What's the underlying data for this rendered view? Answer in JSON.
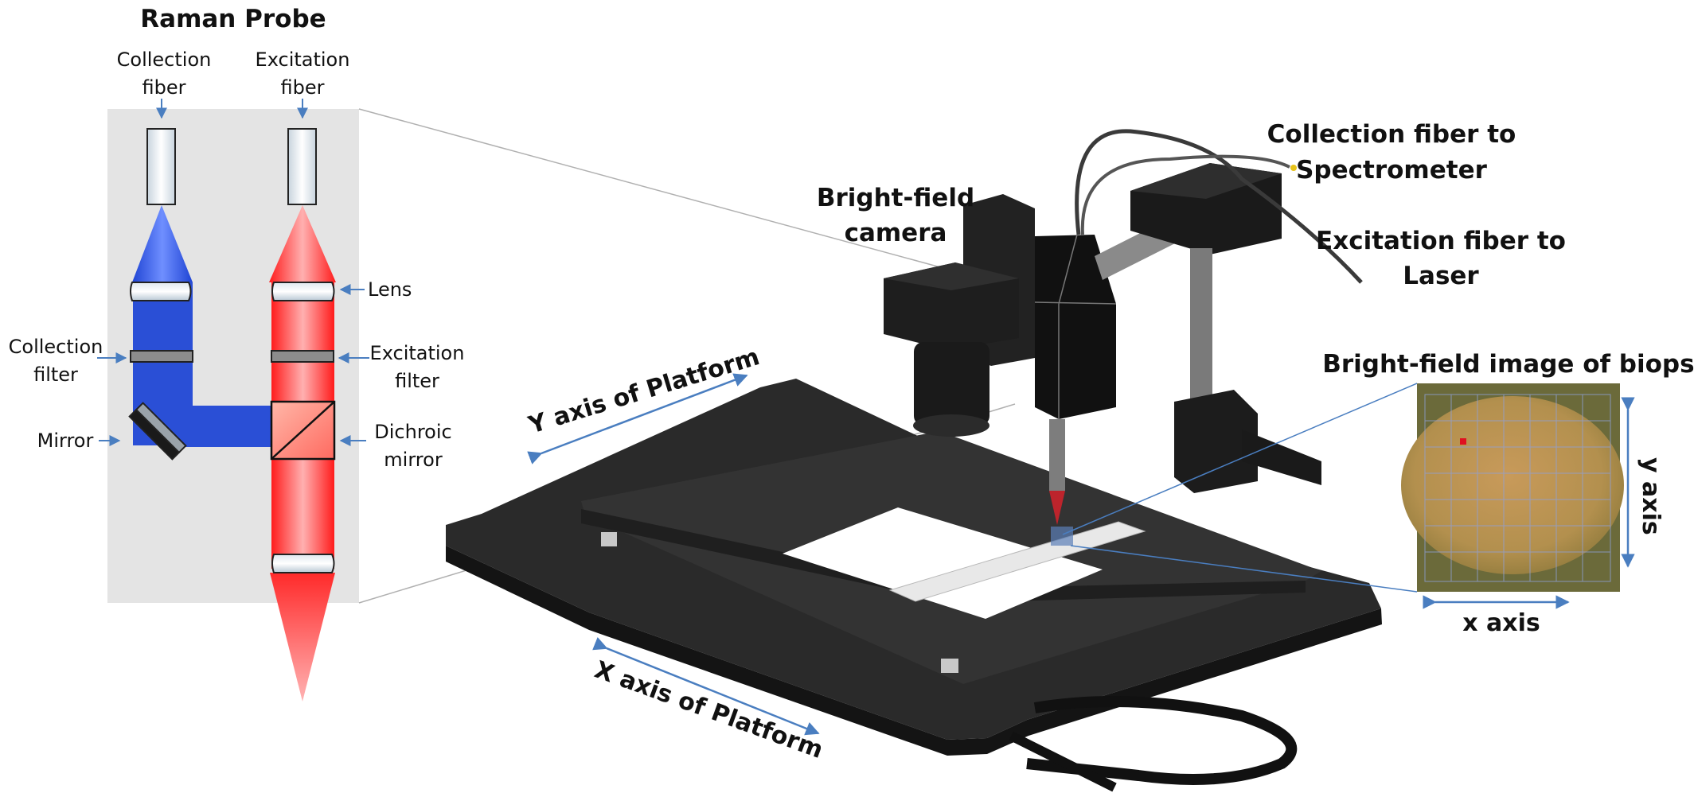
{
  "probe": {
    "title": "Raman Probe",
    "collection_fiber": [
      "Collection",
      "fiber"
    ],
    "excitation_fiber": [
      "Excitation",
      "fiber"
    ],
    "lens": "Lens",
    "collection_filter": [
      "Collection",
      "filter"
    ],
    "excitation_filter": [
      "Excitation",
      "filter"
    ],
    "mirror": "Mirror",
    "dichroic_mirror": [
      "Dichroic",
      "mirror"
    ]
  },
  "setup": {
    "camera": [
      "Bright-field",
      "camera"
    ],
    "collection_fiber_spectrometer": [
      "Collection fiber to",
      "Spectrometer"
    ],
    "excitation_fiber_laser": [
      "Excitation fiber to",
      "Laser"
    ],
    "y_axis_platform": "Y axis of Platform",
    "x_axis_platform": "X axis of Platform"
  },
  "biopsy": {
    "title": "Bright-field image of biopsy",
    "x_axis": "x axis",
    "y_axis": "y axis"
  },
  "colors": {
    "collection_beam": "#2a4fd6",
    "excitation_beam": "#ff3a3a",
    "leader": "#4a7ec0",
    "platform": "#2b2b2b",
    "panel": "#e4e4e4",
    "sample_spot": "#e01020"
  }
}
